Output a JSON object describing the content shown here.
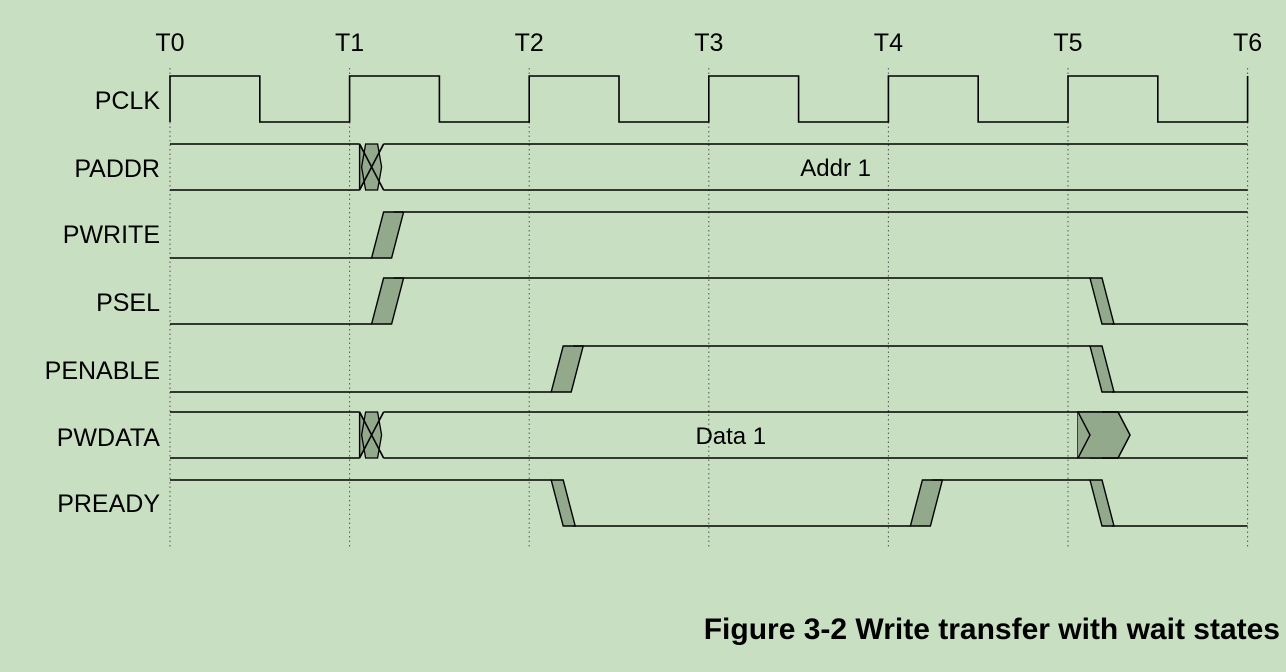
{
  "diagram": {
    "type": "timing-diagram",
    "clock_labels": [
      "T0",
      "T1",
      "T2",
      "T3",
      "T4",
      "T5",
      "T6"
    ],
    "signals": [
      {
        "id": "pclk",
        "name": "PCLK",
        "kind": "clock"
      },
      {
        "id": "paddr",
        "name": "PADDR",
        "kind": "bus",
        "segments": [
          {
            "from": "T0",
            "to": "T1",
            "value": ""
          },
          {
            "from": "T1",
            "to": "T6",
            "value": "Addr 1"
          }
        ]
      },
      {
        "id": "pwrite",
        "name": "PWRITE",
        "kind": "level",
        "levels": [
          {
            "from": "T0",
            "to": "T1",
            "level": "low"
          },
          {
            "from": "T1",
            "to": "T6",
            "level": "high"
          }
        ]
      },
      {
        "id": "psel",
        "name": "PSEL",
        "kind": "level",
        "levels": [
          {
            "from": "T0",
            "to": "T1",
            "level": "low"
          },
          {
            "from": "T1",
            "to": "T5",
            "level": "high"
          },
          {
            "from": "T5",
            "to": "T6",
            "level": "low"
          }
        ]
      },
      {
        "id": "penable",
        "name": "PENABLE",
        "kind": "level",
        "levels": [
          {
            "from": "T0",
            "to": "T2",
            "level": "low"
          },
          {
            "from": "T2",
            "to": "T5",
            "level": "high"
          },
          {
            "from": "T5",
            "to": "T6",
            "level": "low"
          }
        ]
      },
      {
        "id": "pwdata",
        "name": "PWDATA",
        "kind": "bus",
        "segments": [
          {
            "from": "T0",
            "to": "T1",
            "value": ""
          },
          {
            "from": "T1",
            "to": "T5",
            "value": "Data 1"
          },
          {
            "from": "T5",
            "to": "T6",
            "value": ""
          }
        ]
      },
      {
        "id": "pready",
        "name": "PREADY",
        "kind": "level",
        "levels": [
          {
            "from": "T0",
            "to": "T2",
            "level": "high"
          },
          {
            "from": "T2",
            "to": "T4",
            "level": "low"
          },
          {
            "from": "T4",
            "to": "T5",
            "level": "high"
          },
          {
            "from": "T5",
            "to": "T6",
            "level": "low"
          }
        ]
      }
    ],
    "caption": "Figure 3-2 Write transfer with wait states",
    "colors": {
      "background": "#c9dfc2",
      "line": "#000000",
      "transition_fill": "#93a98c"
    }
  }
}
